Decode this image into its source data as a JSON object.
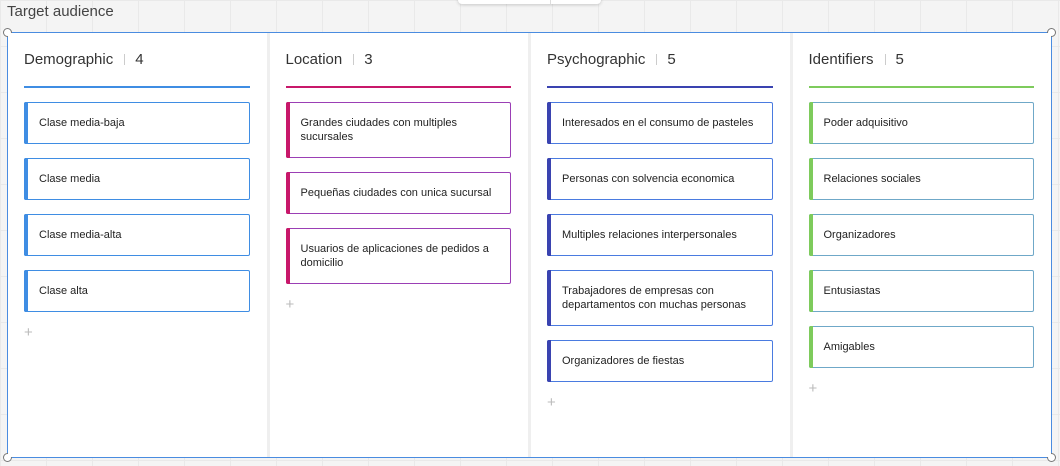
{
  "board": {
    "title": "Target audience"
  },
  "columns": [
    {
      "title": "Demographic",
      "count": "4",
      "color": "#3f8de3",
      "border": "#3f8de3",
      "cards": [
        "Clase media-baja",
        "Clase media",
        "Clase media-alta",
        "Clase alta"
      ]
    },
    {
      "title": "Location",
      "count": "3",
      "color": "#c8186a",
      "border": "#9b3fb5",
      "cards": [
        "Grandes ciudades con multiples sucursales",
        "Pequeñas ciudades con unica sucursal",
        "Usuarios de aplicaciones de pedidos a domicilio"
      ]
    },
    {
      "title": "Psychographic",
      "count": "5",
      "color": "#3a43b0",
      "border": "#4a7be0",
      "cards": [
        "Interesados en el consumo de pasteles",
        "Personas con solvencia economica",
        "Multiples relaciones interpersonales",
        "Trabajadores de empresas con departamentos con muchas personas",
        "Organizadores de fiestas"
      ]
    },
    {
      "title": "Identifiers",
      "count": "5",
      "color": "#7ecb5c",
      "border": "#6fa8c8",
      "cards": [
        "Poder adquisitivo",
        "Relaciones sociales",
        "Organizadores",
        "Entusiastas",
        "Amigables"
      ]
    }
  ],
  "icons": {
    "add": "+"
  }
}
